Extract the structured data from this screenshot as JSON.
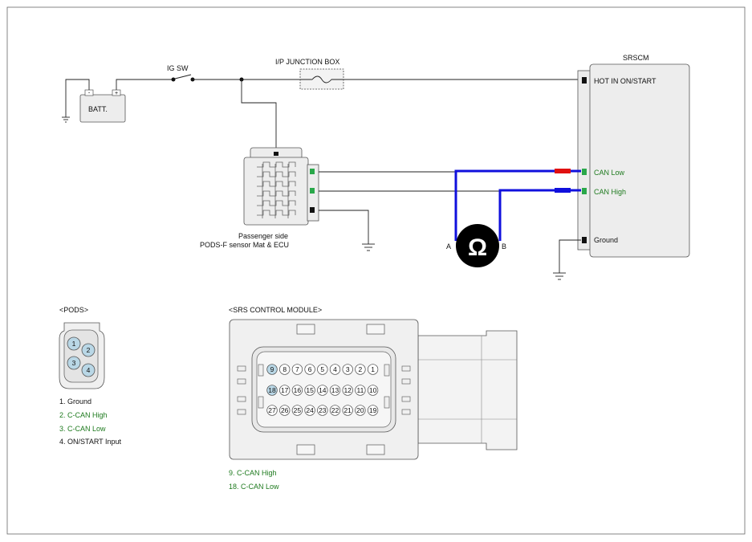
{
  "labels": {
    "ig_sw": "IG SW",
    "jb": "I/P JUNCTION BOX",
    "batt": "BATT.",
    "batt_neg": "-",
    "batt_pos": "+",
    "srscm": "SRSCM",
    "hot": "HOT IN ON/START",
    "can_low": "CAN Low",
    "can_high": "CAN High",
    "ground": "Ground",
    "pods_line1": "Passenger side",
    "pods_line2": "PODS-F sensor Mat & ECU",
    "probe_a": "A",
    "probe_b": "B",
    "ohm": "Ω"
  },
  "pods_connector": {
    "title": "<PODS>",
    "pins": [
      "1",
      "2",
      "3",
      "4"
    ],
    "pin_list": [
      {
        "text": "1. Ground",
        "color": "#111111"
      },
      {
        "text": "2. C-CAN High",
        "color": "#1e7a1e"
      },
      {
        "text": "3. C-CAN Low",
        "color": "#1e7a1e"
      },
      {
        "text": "4. ON/START Input",
        "color": "#111111"
      }
    ]
  },
  "srs_connector": {
    "title": "<SRS CONTROL MODULE>",
    "rows": [
      [
        "9",
        "8",
        "7",
        "6",
        "5",
        "4",
        "3",
        "2",
        "1"
      ],
      [
        "18",
        "17",
        "16",
        "15",
        "14",
        "13",
        "12",
        "11",
        "10"
      ],
      [
        "27",
        "26",
        "25",
        "24",
        "23",
        "22",
        "21",
        "20",
        "19"
      ]
    ],
    "highlighted": [
      "9",
      "18"
    ],
    "pin_list": [
      {
        "text": "9. C-CAN High",
        "color": "#1e7a1e"
      },
      {
        "text": "18. C-CAN Low",
        "color": "#1e7a1e"
      }
    ]
  },
  "colors": {
    "can_wire": "#1010dd",
    "probe_red": "#e01010",
    "probe_blue": "#1010dd",
    "pin_green": "#2aa84a",
    "label_green": "#1e7a1e",
    "pin_highlight": "#b9d7e6"
  }
}
